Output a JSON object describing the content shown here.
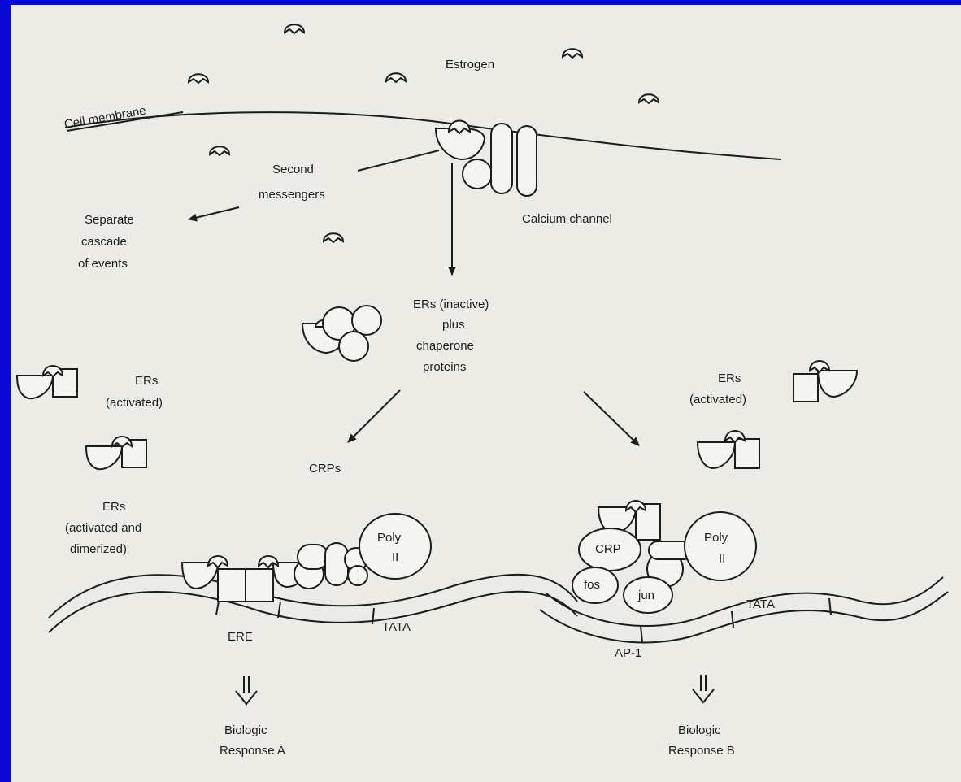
{
  "labels": {
    "estrogen": "Estrogen",
    "cell_membrane": "Cell membrane",
    "second_messengers_1": "Second",
    "second_messengers_2": "messengers",
    "separate_1": "Separate",
    "separate_2": "cascade",
    "separate_3": "of events",
    "calcium_channel": "Calcium channel",
    "ers_inactive_1": "ERs (inactive)",
    "ers_inactive_2": "plus",
    "ers_inactive_3": "chaperone",
    "ers_inactive_4": "proteins",
    "ers_activated_left_1": "ERs",
    "ers_activated_left_2": "(activated)",
    "ers_activated_right_1": "ERs",
    "ers_activated_right_2": "(activated)",
    "ers_dimerized_1": "ERs",
    "ers_dimerized_2": "(activated and",
    "ers_dimerized_3": "dimerized)",
    "crps": "CRPs",
    "poly_left_1": "Poly",
    "poly_left_2": "II",
    "poly_right_1": "Poly",
    "poly_right_2": "II",
    "tata_left": "TATA",
    "tata_right": "TATA",
    "ere": "ERE",
    "ap1": "AP-1",
    "crp": "CRP",
    "fos": "fos",
    "jun": "jun",
    "response_a_1": "Biologic",
    "response_a_2": "Response A",
    "response_b_1": "Biologic",
    "response_b_2": "Response B"
  }
}
